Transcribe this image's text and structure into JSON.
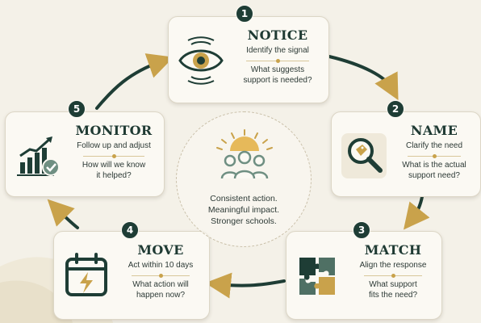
{
  "steps": [
    {
      "number": "1",
      "title": "NOTICE",
      "subtitle": "Identify the signal",
      "question_line1": "What suggests",
      "question_line2": "support is needed?",
      "icon": "eye-icon"
    },
    {
      "number": "2",
      "title": "NAME",
      "subtitle": "Clarify the need",
      "question_line1": "What is the actual",
      "question_line2": "support need?",
      "icon": "magnifier-tag-icon"
    },
    {
      "number": "3",
      "title": "MATCH",
      "subtitle": "Align the response",
      "question_line1": "What support",
      "question_line2": "fits the need?",
      "icon": "puzzle-icon"
    },
    {
      "number": "4",
      "title": "MOVE",
      "subtitle": "Act within 10 days",
      "question_line1": "What action will",
      "question_line2": "happen now?",
      "icon": "calendar-lightning-icon"
    },
    {
      "number": "5",
      "title": "MONITOR",
      "subtitle": "Follow up and adjust",
      "question_line1": "How will we know",
      "question_line2": "it helped?",
      "icon": "growth-chart-check-icon"
    }
  ],
  "center": {
    "line1": "Consistent action.",
    "line2": "Meaningful impact.",
    "line3": "Stronger schools.",
    "icon": "people-group-sunrise-icon"
  },
  "colors": {
    "background": "#f4f1e8",
    "card": "#fbf9f3",
    "dark_green": "#1e3d35",
    "gold": "#c9a24b",
    "arrow_gold": "#c9a24b"
  }
}
